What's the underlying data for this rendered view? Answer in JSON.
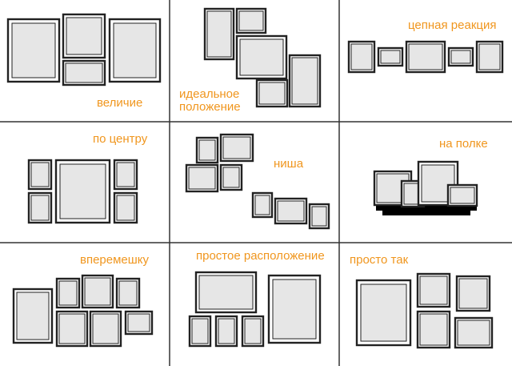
{
  "colors": {
    "label": "#f0961e",
    "frame": "#222222",
    "mat": "#ffffff",
    "picture": "#e6e6e6",
    "grid": "#333333",
    "shelf": "#000000"
  },
  "panels": [
    {
      "id": "velichie",
      "label": "величие"
    },
    {
      "id": "idealnoe",
      "label": "идеальное положение"
    },
    {
      "id": "cepnaya",
      "label": "цепная реакция"
    },
    {
      "id": "po-centru",
      "label": "по центру"
    },
    {
      "id": "nisha",
      "label": "ниша"
    },
    {
      "id": "na-polke",
      "label": "на полке"
    },
    {
      "id": "vperemeshku",
      "label": "вперемешку"
    },
    {
      "id": "prostoe",
      "label": "простое расположение"
    },
    {
      "id": "prosto-tak",
      "label": "просто так"
    }
  ]
}
